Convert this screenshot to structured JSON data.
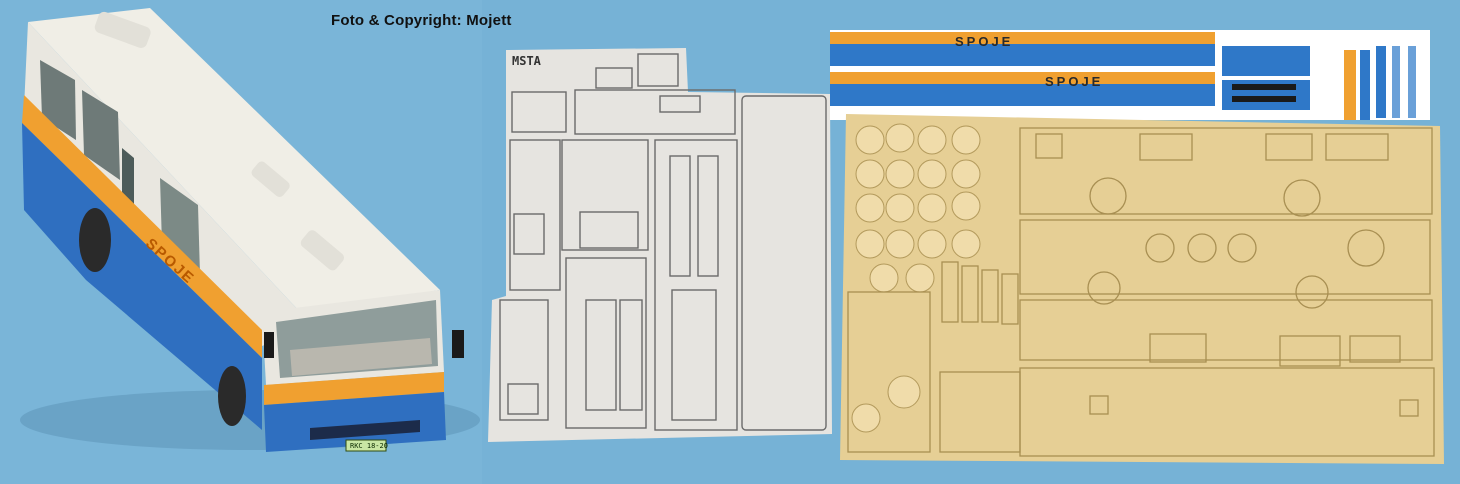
{
  "credit": "Foto & Copyright: Mojett",
  "bus": {
    "side_text": "SPOJE",
    "plate": "RKC 18-20"
  },
  "cardboard_sheet": {
    "label": "MSTA"
  },
  "decals": {
    "stripe_text_1": "SPOJE",
    "stripe_text_2": "SPOJE"
  },
  "colors": {
    "background": "#7ab5d8",
    "bus_orange": "#f0a030",
    "bus_blue": "#2f6fc0",
    "bus_white": "#ececE6",
    "etched_brass": "#e6cf95",
    "cardboard": "#e8e6e2"
  }
}
